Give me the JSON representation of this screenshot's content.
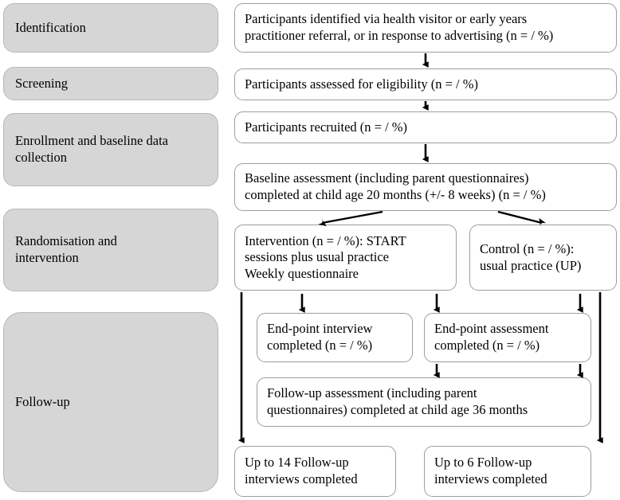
{
  "figure": {
    "type": "flowchart",
    "orientation": "vertical",
    "colors": {
      "stage_fill": "#d6d6d6",
      "stage_border": "#b8b8b8",
      "node_fill": "#ffffff",
      "node_border": "#9d9d9d",
      "arrow": "#000000",
      "text": "#000000"
    }
  },
  "stages": [
    {
      "id": "identification",
      "label": "Identification"
    },
    {
      "id": "screening",
      "label": "Screening"
    },
    {
      "id": "enrollment",
      "label": "Enrollment and baseline data\ncollection"
    },
    {
      "id": "randomisation",
      "label": "Randomisation and\nintervention"
    },
    {
      "id": "followup",
      "label": "Follow-up"
    }
  ],
  "nodes": [
    {
      "id": "identified",
      "text": "Participants identified via health visitor or early years\npractitioner referral, or in response to advertising (n = / %)"
    },
    {
      "id": "assessed-eligibility",
      "text": "Participants assessed for eligibility (n = / %)"
    },
    {
      "id": "recruited",
      "text": "Participants recruited (n = / %)"
    },
    {
      "id": "baseline-assessment",
      "text": "Baseline assessment (including parent questionnaires)\ncompleted at child age 20 months (+/- 8 weeks) (n = / %)"
    },
    {
      "id": "intervention",
      "text": "Intervention (n = / %): START\nsessions plus usual practice\nWeekly questionnaire"
    },
    {
      "id": "control",
      "text": "Control (n = / %):\nusual practice (UP)"
    },
    {
      "id": "endpoint-interview",
      "text": "End-point interview\ncompleted (n = / %)"
    },
    {
      "id": "endpoint-assessment",
      "text": "End-point assessment\ncompleted (n = / %)"
    },
    {
      "id": "followup-assessment",
      "text": "Follow-up assessment (including parent\nquestionnaires) completed at child age 36 months"
    },
    {
      "id": "followup-interviews-14",
      "text": "Up to 14 Follow-up\ninterviews completed"
    },
    {
      "id": "followup-interviews-6",
      "text": "Up to 6 Follow-up\ninterviews completed"
    }
  ]
}
